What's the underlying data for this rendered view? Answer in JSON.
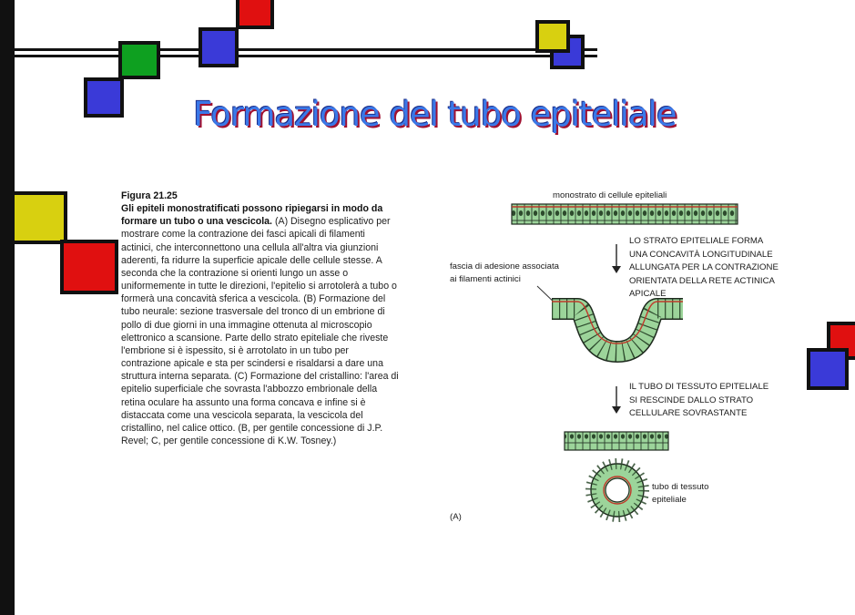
{
  "title": "Formazione del tubo epiteliale",
  "caption": {
    "figure_label": "Figura 21.25",
    "bold_text": "Gli epiteli monostratificati possono ripiegarsi in modo da formare un tubo o una vescicola.",
    "body_text": "(A) Disegno esplicativo per mostrare come la contrazione dei fasci apicali di filamenti actinici, che interconnettono una cellula all'altra via giunzioni aderenti, fa ridurre la superficie apicale delle cellule stesse. A seconda che la contrazione si orienti lungo un asse o uniformemente in tutte le direzioni, l'epitelio si arrotolerà a tubo o formerà una concavità sferica a vescicola. (B) Formazione del tubo neurale: sezione trasversale del tronco di un embrione di pollo di due giorni in una immagine ottenuta al microscopio elettronico a scansione. Parte dello strato epiteliale che riveste l'embrione si è ispessito, si è arrotolato in un tubo per contrazione apicale e sta per scindersi e risaldarsi a dare una struttura interna separata. (C) Formazione del cristallino: l'area di epitelio superficiale che sovrasta l'abbozzo embrionale della retina oculare ha assunto una forma concava e infine si è distaccata come una vescicola separata, la vescicola del cristallino, nel calice ottico. (B, per gentile concessione di J.P. Revel; C, per gentile concessione di K.W. Tosney.)"
  },
  "diagram": {
    "label_monolayer": "monostrato di cellule epiteliali",
    "label_adhesion_line1": "fascia di adesione associata",
    "label_adhesion_line2": "ai filamenti actinici",
    "step1_lines": [
      "LO STRATO EPITELIALE FORMA",
      "UNA CONCAVITÀ LONGITUDINALE",
      "ALLUNGATA PER LA CONTRAZIONE",
      "ORIENTATA DELLA RETE ACTINICA",
      "APICALE"
    ],
    "step2_lines": [
      "IL TUBO DI TESSUTO EPITELIALE",
      "SI RESCINDE DALLO STRATO",
      "CELLULARE SOVRASTANTE"
    ],
    "label_tube_line1": "tubo di tessuto",
    "label_tube_line2": "epiteliale",
    "panel_label": "(A)"
  },
  "colors": {
    "red": "#e01010",
    "blue": "#3a3ad8",
    "green": "#0ea020",
    "yellow": "#d8d010",
    "cell_fill": "#9cd49a",
    "title": "#3a78e8"
  }
}
